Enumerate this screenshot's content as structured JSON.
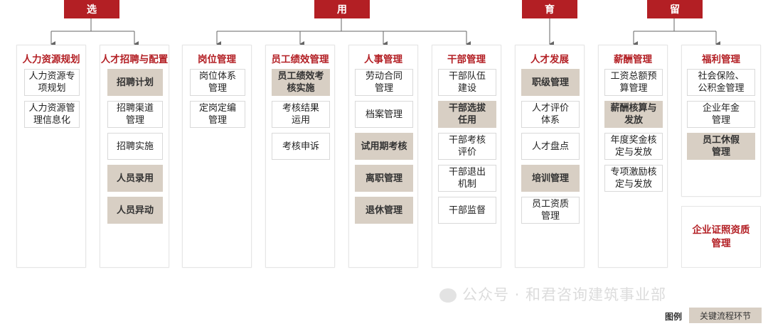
{
  "headers": [
    {
      "id": "xuan",
      "label": "选"
    },
    {
      "id": "yong",
      "label": "用"
    },
    {
      "id": "yu",
      "label": "育"
    },
    {
      "id": "liu",
      "label": "留"
    }
  ],
  "columns": [
    {
      "id": "hr-planning",
      "title": "人力资源规划",
      "items": [
        {
          "text": "人力资源专\n项规划",
          "key": false
        },
        {
          "text": "人力资源管\n理信息化",
          "key": false
        }
      ]
    },
    {
      "id": "talent-recruitment",
      "title": "人才招聘与配置",
      "items": [
        {
          "text": "招聘计划",
          "key": true
        },
        {
          "text": "招聘渠道\n管理",
          "key": false
        },
        {
          "text": "招聘实施",
          "key": false
        },
        {
          "text": "人员录用",
          "key": true
        },
        {
          "text": "人员异动",
          "key": true
        }
      ]
    },
    {
      "id": "position-mgmt",
      "title": "岗位管理",
      "items": [
        {
          "text": "岗位体系\n管理",
          "key": false
        },
        {
          "text": "定岗定编\n管理",
          "key": false
        }
      ]
    },
    {
      "id": "performance-mgmt",
      "title": "员工绩效管理",
      "items": [
        {
          "text": "员工绩效考\n核实施",
          "key": true
        },
        {
          "text": "考核结果\n运用",
          "key": false
        },
        {
          "text": "考核申诉",
          "key": false
        }
      ]
    },
    {
      "id": "personnel-mgmt",
      "title": "人事管理",
      "items": [
        {
          "text": "劳动合同\n管理",
          "key": false
        },
        {
          "text": "档案管理",
          "key": false
        },
        {
          "text": "试用期考核",
          "key": true
        },
        {
          "text": "离职管理",
          "key": true
        },
        {
          "text": "退休管理",
          "key": true
        }
      ]
    },
    {
      "id": "cadre-mgmt",
      "title": "干部管理",
      "items": [
        {
          "text": "干部队伍\n建设",
          "key": false
        },
        {
          "text": "干部选拔\n任用",
          "key": true
        },
        {
          "text": "干部考核\n评价",
          "key": false
        },
        {
          "text": "干部退出\n机制",
          "key": false
        },
        {
          "text": "干部监督",
          "key": false
        }
      ]
    },
    {
      "id": "talent-dev",
      "title": "人才发展",
      "items": [
        {
          "text": "职级管理",
          "key": true
        },
        {
          "text": "人才评价\n体系",
          "key": false
        },
        {
          "text": "人才盘点",
          "key": false
        },
        {
          "text": "培训管理",
          "key": true
        },
        {
          "text": "员工资质\n管理",
          "key": false
        }
      ]
    },
    {
      "id": "compensation",
      "title": "薪酬管理",
      "items": [
        {
          "text": "工资总额预\n算管理",
          "key": false
        },
        {
          "text": "薪酬核算与\n发放",
          "key": true
        },
        {
          "text": "年度奖金核\n定与发放",
          "key": false
        },
        {
          "text": "专项激励核\n定与发放",
          "key": false
        }
      ]
    },
    {
      "id": "welfare",
      "title": "福利管理",
      "items": [
        {
          "text": "社会保险、\n公积金管理",
          "key": false
        },
        {
          "text": "企业年金\n管理",
          "key": false
        },
        {
          "text": "员工休假\n管理",
          "key": true
        }
      ]
    }
  ],
  "extra_box": {
    "text": "企业证照资质\n管理"
  },
  "watermark": "公众号 · 和君咨询建筑事业部",
  "legend": {
    "label": "图例",
    "key_label": "关键流程环节",
    "key_color": "#d8cfc4"
  },
  "colors": {
    "accent": "#b31f24",
    "key_fill": "#d8cfc4",
    "line": "#666666"
  }
}
